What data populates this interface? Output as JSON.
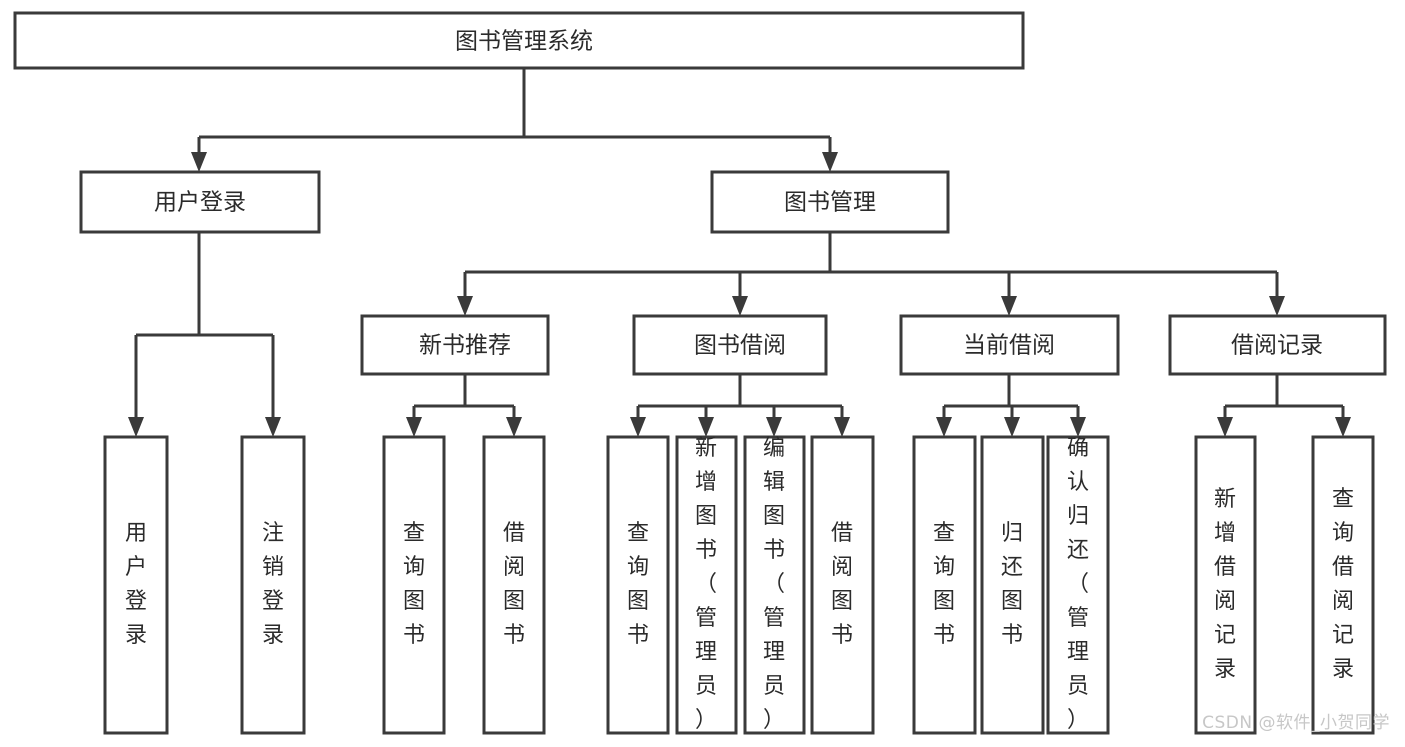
{
  "diagram": {
    "title": "图书管理系统",
    "type": "tree-hierarchy",
    "root": {
      "id": "root",
      "label": "图书管理系统",
      "level": 0
    },
    "level1": [
      {
        "id": "user-login",
        "label": "用户登录",
        "level": 1
      },
      {
        "id": "book-manage",
        "label": "图书管理",
        "level": 1
      }
    ],
    "level2": [
      {
        "id": "new-book-recommend",
        "label": "新书推荐",
        "level": 2,
        "parent": "book-manage"
      },
      {
        "id": "book-borrow",
        "label": "图书借阅",
        "level": 2,
        "parent": "book-manage"
      },
      {
        "id": "current-borrow",
        "label": "当前借阅",
        "level": 2,
        "parent": "book-manage"
      },
      {
        "id": "borrow-record",
        "label": "借阅记录",
        "level": 2,
        "parent": "book-manage"
      }
    ],
    "leaves": [
      {
        "id": "leaf-user-login",
        "label": "用户登录",
        "parent": "user-login"
      },
      {
        "id": "leaf-logout",
        "label": "注销登录",
        "parent": "user-login"
      },
      {
        "id": "leaf-query-book-1",
        "label": "查询图书",
        "parent": "new-book-recommend"
      },
      {
        "id": "leaf-borrow-book-1",
        "label": "借阅图书",
        "parent": "new-book-recommend"
      },
      {
        "id": "leaf-query-book-2",
        "label": "查询图书",
        "parent": "book-borrow"
      },
      {
        "id": "leaf-add-book",
        "label": "新增图书（管理员）",
        "parent": "book-borrow"
      },
      {
        "id": "leaf-edit-book",
        "label": "编辑图书（管理员）",
        "parent": "book-borrow"
      },
      {
        "id": "leaf-borrow-book-2",
        "label": "借阅图书",
        "parent": "book-borrow"
      },
      {
        "id": "leaf-query-book-3",
        "label": "查询图书",
        "parent": "current-borrow"
      },
      {
        "id": "leaf-return-book",
        "label": "归还图书",
        "parent": "current-borrow"
      },
      {
        "id": "leaf-confirm-return",
        "label": "确认归还（管理员）",
        "parent": "current-borrow"
      },
      {
        "id": "leaf-add-record",
        "label": "新增借阅记录",
        "parent": "borrow-record"
      },
      {
        "id": "leaf-query-record",
        "label": "查询借阅记录",
        "parent": "borrow-record"
      }
    ],
    "colors": {
      "box_stroke": "#3a3a3a",
      "box_fill": "#ffffff",
      "text": "#2b2b2b",
      "connector": "#3a3a3a",
      "background": "#ffffff",
      "watermark": "#c7c7c7"
    }
  },
  "watermark": {
    "text": "CSDN @软件_小贺同学"
  }
}
